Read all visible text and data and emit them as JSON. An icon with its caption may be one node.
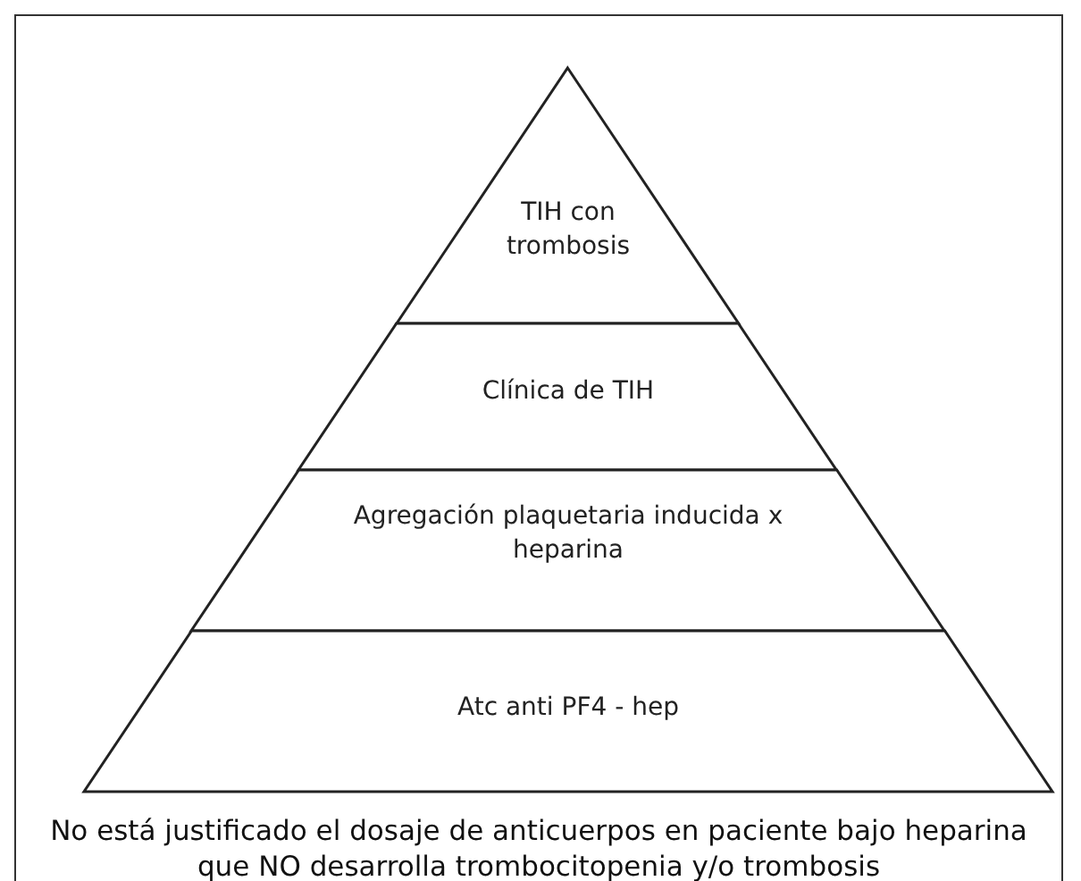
{
  "diagram": {
    "caption": "No está justificado el dosaje de anticuerpos en paciente bajo heparina que NO desarrolla trombocitopenia y/o trombosis",
    "nodes": [
      {
        "text": [
          "TIH con trombosis"
        ]
      },
      {
        "text": [
          "Clínica de TIH"
        ]
      },
      {
        "text": [
          "Agregación plaquetaria inducida x heparina"
        ]
      },
      {
        "text": [
          "Atc anti PF4 - hep"
        ]
      }
    ]
  }
}
